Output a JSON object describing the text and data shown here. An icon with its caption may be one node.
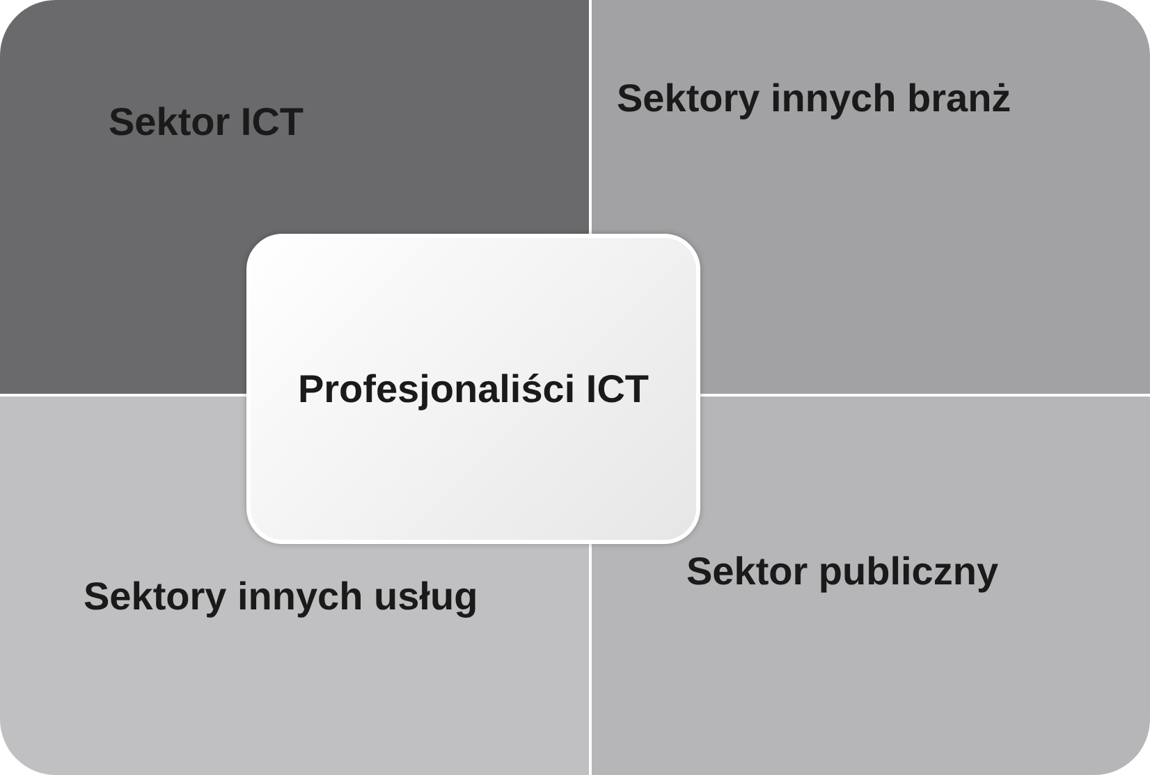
{
  "diagram": {
    "nodes": [
      {
        "text": [
          "Sektor ICT"
        ]
      },
      {
        "text": [
          "Sektory innych branż"
        ]
      },
      {
        "text": [
          "Profesjonaliści ICT"
        ]
      },
      {
        "text": [
          "Sektory innych usług"
        ]
      },
      {
        "text": [
          "Sektor publiczny"
        ]
      }
    ]
  }
}
